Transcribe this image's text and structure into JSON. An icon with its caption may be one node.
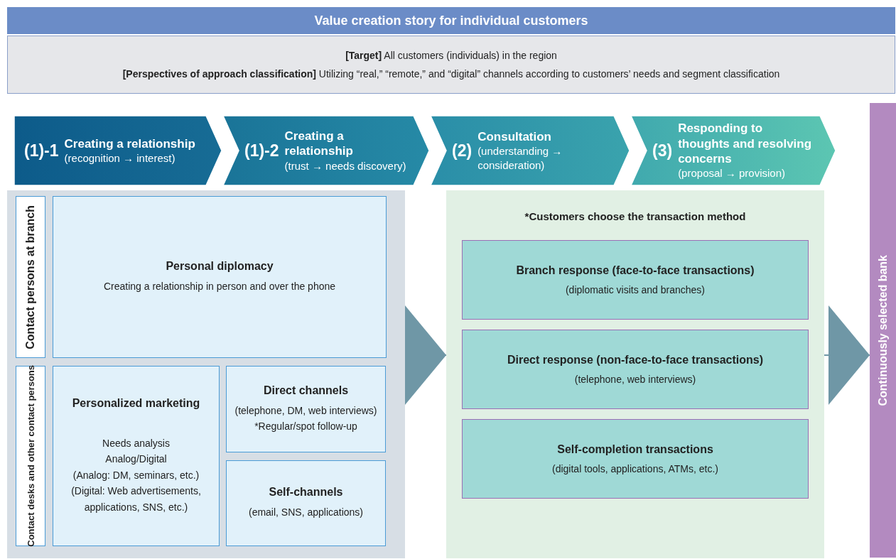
{
  "diagram": {
    "title": "Value creation story for individual customers",
    "nodes": [
      {
        "text": [
          "**[Target]** All customers (individuals) in the region",
          "**[Perspectives of approach classification]** Utilizing “real,” “remote,” and “digital” channels according to customers’ needs and segment classification"
        ]
      },
      {
        "text": [
          "(1)-1",
          "Creating a relationship",
          "(recognition → interest)"
        ]
      },
      {
        "text": [
          "(1)-2",
          "Creating a relationship",
          "(trust → needs discovery)"
        ]
      },
      {
        "text": [
          "(2)",
          "Consultation",
          "(understanding → consideration)"
        ]
      },
      {
        "text": [
          "(3)",
          "Responding to thoughts and resolving concerns",
          "(proposal → provision)"
        ]
      },
      {
        "text": [],
        "shape": "box"
      },
      {
        "text": [
          "Contact persons at branch"
        ],
        "in": 5
      },
      {
        "text": [
          "Personal diplomacy",
          "Creating a relationship in person and over the phone"
        ],
        "in": 5
      },
      {
        "text": [
          "Contact desks and other contact persons"
        ],
        "in": 5
      },
      {
        "text": [
          "Personalized marketing",
          "Needs analysis",
          "Analog/Digital",
          "(Analog: DM, seminars, etc.)",
          "(Digital: Web advertisements, applications, SNS, etc.)"
        ],
        "in": 5
      },
      {
        "text": [
          "Direct channels",
          "(telephone, DM, web interviews)",
          "*Regular/spot follow-up"
        ],
        "in": 5
      },
      {
        "text": [
          "Self-channels",
          "(email, SNS, applications)"
        ],
        "in": 5
      },
      {
        "text": [
          "*Customers choose the transaction method"
        ]
      },
      {
        "text": [
          "Branch response (face-to-face transactions)",
          "(diplomatic visits and branches)"
        ],
        "in": 12
      },
      {
        "text": [
          "Direct response (non-face-to-face transactions)",
          "(telephone, web interviews)"
        ],
        "in": 12
      },
      {
        "text": [
          "Self-completion transactions",
          "(digital tools, applications, ATMs, etc.)"
        ],
        "in": 12
      },
      {
        "text": [
          "Continuously selected bank"
        ]
      }
    ],
    "edges": [
      {
        "from": 5,
        "to": 12,
        "arrow": "to"
      },
      {
        "from": 12,
        "to": 16,
        "arrow": "to"
      }
    ]
  }
}
